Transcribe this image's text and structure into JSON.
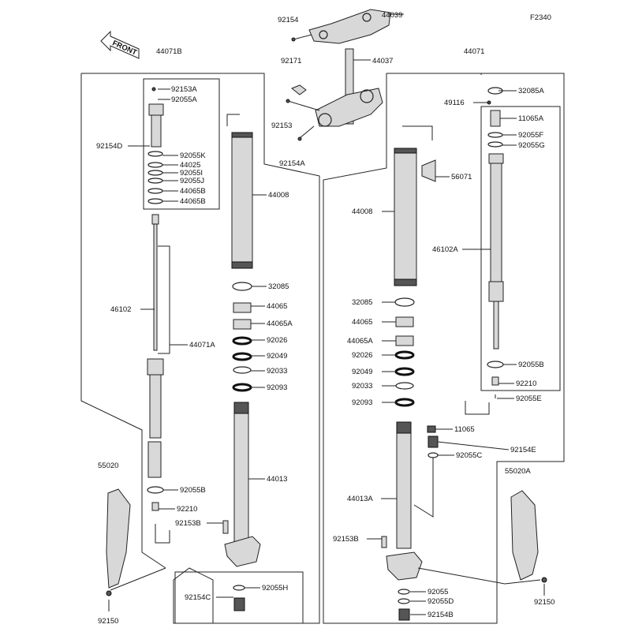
{
  "diagram_code": "F2340",
  "front_arrow_text": "FRONT",
  "labels": {
    "l92154": "92154",
    "l44039": "44039",
    "l92171": "92171",
    "l44037": "44037",
    "l92153": "92153",
    "l92154A": "92154A",
    "l44071B": "44071B",
    "l92153A_l": "92153A",
    "l92055A": "92055A",
    "l92154D": "92154D",
    "l92055K": "92055K",
    "l44025": "44025",
    "l92055I": "92055I",
    "l92055J": "92055J",
    "l44065B_1": "44065B",
    "l44065B_2": "44065B",
    "l44008_l": "44008",
    "l32085_l": "32085",
    "l44065_l": "44065",
    "l44065A_l": "44065A",
    "l92026_l": "92026",
    "l92049_l": "92049",
    "l92033_l": "92033",
    "l92093_l": "92093",
    "l46102": "46102",
    "l44071A": "44071A",
    "l44013": "44013",
    "l92055B_l": "92055B",
    "l92210_l": "92210",
    "l92153B_l": "92153B",
    "l55020": "55020",
    "l92150_l": "92150",
    "l92154C": "92154C",
    "l92055H": "92055H",
    "l44071": "44071",
    "l32085A": "32085A",
    "l49116": "49116",
    "l11065A": "11065A",
    "l92055F": "92055F",
    "l92055G": "92055G",
    "l56071": "56071",
    "l44008_r": "44008",
    "l46102A": "46102A",
    "l32085_r": "32085",
    "l44065_r": "44065",
    "l44065A_r": "44065A",
    "l92026_r": "92026",
    "l92049_r": "92049",
    "l92033_r": "92033",
    "l92093_r": "92093",
    "l92055B_r": "92055B",
    "l92210_r": "92210",
    "l92055E": "92055E",
    "l11065": "11065",
    "l92154E": "92154E",
    "l92055C": "92055C",
    "l44013A": "44013A",
    "l55020A": "55020A",
    "l92153B_r": "92153B",
    "l92055": "92055",
    "l92055D": "92055D",
    "l92154B": "92154B",
    "l92150_r": "92150"
  }
}
